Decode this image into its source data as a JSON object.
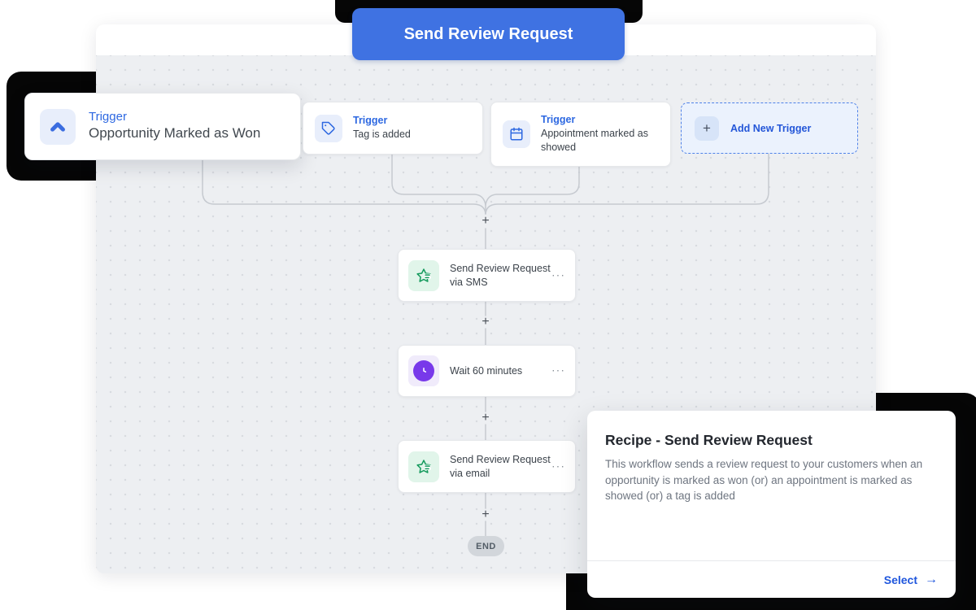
{
  "banner": {
    "label": "Send Review Request"
  },
  "triggers": [
    {
      "type_label": "Trigger",
      "title": "Opportunity Marked as Won",
      "icon": "chevron-up-icon",
      "highlighted": true
    },
    {
      "type_label": "Trigger",
      "title": "Tag is added",
      "icon": "tag-icon",
      "highlighted": false
    },
    {
      "type_label": "Trigger",
      "title": "Appointment marked as showed",
      "icon": "calendar-icon",
      "highlighted": false
    }
  ],
  "add_trigger": {
    "label": "Add New Trigger",
    "plus_symbol": "+",
    "icon": "plus-icon"
  },
  "actions": [
    {
      "title": "Send Review Request via SMS",
      "icon": "review-star-icon",
      "menu_symbol": "···"
    },
    {
      "title": "Wait 60 minutes",
      "icon": "clock-icon",
      "menu_symbol": "···"
    },
    {
      "title": "Send Review Request via email",
      "icon": "review-star-icon",
      "menu_symbol": "···"
    }
  ],
  "connectors": {
    "plus_symbol": "+"
  },
  "end_label": "END",
  "recipe_panel": {
    "title": "Recipe - Send Review Request",
    "description": "This workflow sends a review request to your customers when an opportunity is marked as won (or) an appointment is marked as showed (or) a tag is added",
    "select_label": "Select",
    "select_arrow": "→"
  },
  "colors": {
    "banner_blue": "#3f72e2",
    "trigger_label_blue": "#2d68e1",
    "review_green": "#149a5c",
    "wait_purple": "#7839ea",
    "select_blue": "#1f56dd",
    "canvas_bg": "#edeff2",
    "backdrop_black": "#060606"
  }
}
